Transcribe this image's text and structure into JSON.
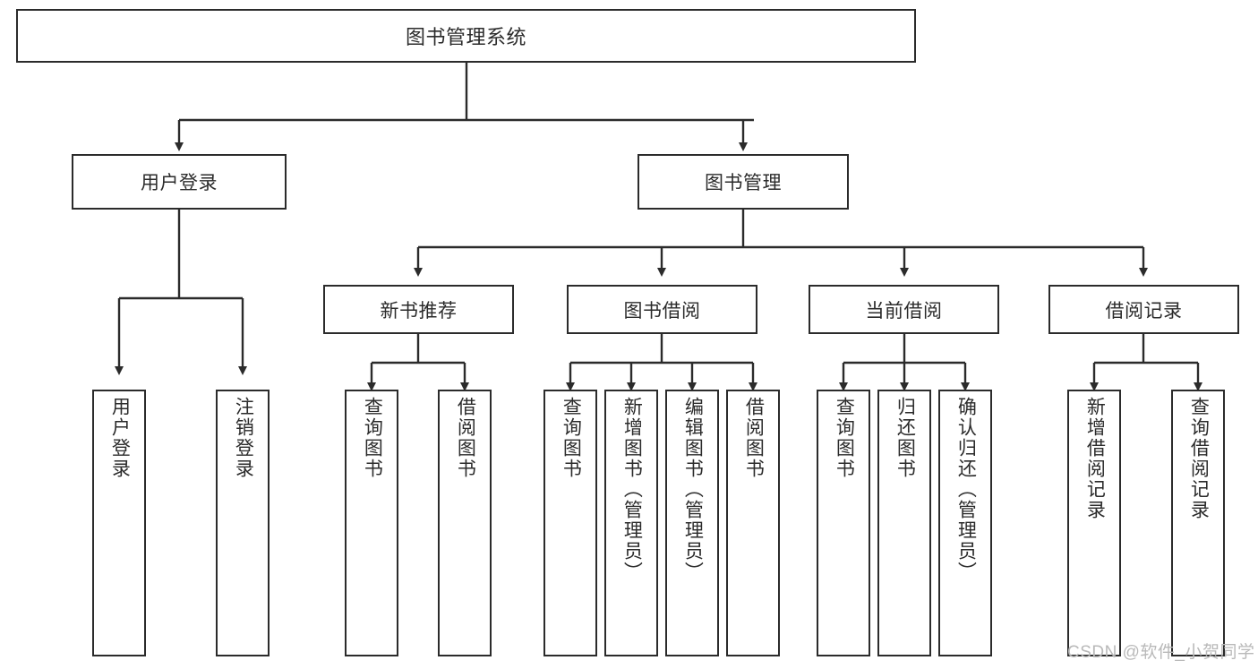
{
  "diagram": {
    "type": "tree-hierarchy",
    "title": "图书管理系统",
    "watermark": "CSDN @软件_小贺同学",
    "colors": {
      "stroke": "#2b2b2b",
      "fill": "#ffffff",
      "background": "#ffffff",
      "watermark": "#b9b9b9"
    },
    "root": {
      "label": "图书管理系统"
    },
    "level2": [
      {
        "label": "用户登录"
      },
      {
        "label": "图书管理"
      }
    ],
    "level3": [
      {
        "label": "新书推荐"
      },
      {
        "label": "图书借阅"
      },
      {
        "label": "当前借阅"
      },
      {
        "label": "借阅记录"
      }
    ],
    "leaves": [
      {
        "label": "用户登录",
        "parent": "用户登录"
      },
      {
        "label": "注销登录",
        "parent": "用户登录"
      },
      {
        "label": "查询图书",
        "parent": "新书推荐"
      },
      {
        "label": "借阅图书",
        "parent": "新书推荐"
      },
      {
        "label": "查询图书",
        "parent": "图书借阅"
      },
      {
        "label": "新增图书（管理员）",
        "parent": "图书借阅"
      },
      {
        "label": "编辑图书（管理员）",
        "parent": "图书借阅"
      },
      {
        "label": "借阅图书",
        "parent": "图书借阅"
      },
      {
        "label": "查询图书",
        "parent": "当前借阅"
      },
      {
        "label": "归还图书",
        "parent": "当前借阅"
      },
      {
        "label": "确认归还（管理员）",
        "parent": "当前借阅"
      },
      {
        "label": "新增借阅记录",
        "parent": "借阅记录"
      },
      {
        "label": "查询借阅记录",
        "parent": "借阅记录"
      }
    ]
  }
}
